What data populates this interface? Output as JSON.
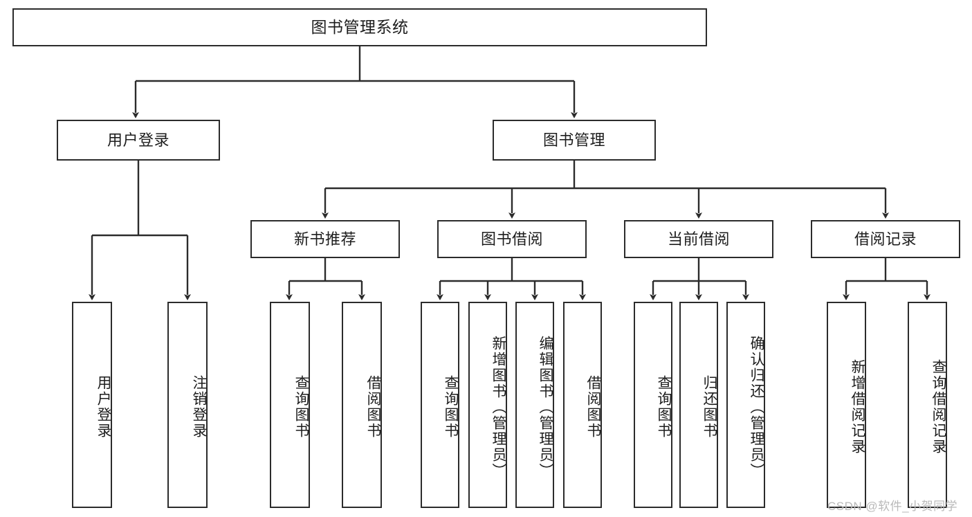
{
  "diagram": {
    "type": "tree-hierarchy-chart",
    "orientation": "top-down",
    "title": "图书管理系统",
    "watermark": "CSDN @软件_小贺同学",
    "stroke_color": "#2b2b2b",
    "fill_color": "#ffffff",
    "text_color": "#1d1d1d",
    "levels": 4,
    "nodes": {
      "root": {
        "label": "图书管理系统"
      },
      "level2": [
        {
          "id": "user-login",
          "label": "用户登录"
        },
        {
          "id": "book-manage",
          "label": "图书管理"
        }
      ],
      "level3": [
        {
          "id": "new-book-rec",
          "label": "新书推荐"
        },
        {
          "id": "book-borrow",
          "label": "图书借阅"
        },
        {
          "id": "current-borrow",
          "label": "当前借阅"
        },
        {
          "id": "borrow-record",
          "label": "借阅记录"
        }
      ],
      "leaves": {
        "user_login": [
          {
            "id": "leaf-user-login",
            "label": "用户登录"
          },
          {
            "id": "leaf-logout",
            "label": "注销登录"
          }
        ],
        "new_book_rec": [
          {
            "id": "leaf-query-book-1",
            "label": "查询图书"
          },
          {
            "id": "leaf-borrow-book-1",
            "label": "借阅图书"
          }
        ],
        "book_borrow": [
          {
            "id": "leaf-query-book-2",
            "label": "查询图书"
          },
          {
            "id": "leaf-add-book",
            "label": "新增图书（管理员）"
          },
          {
            "id": "leaf-edit-book",
            "label": "编辑图书（管理员）"
          },
          {
            "id": "leaf-borrow-book-2",
            "label": "借阅图书"
          }
        ],
        "current_borrow": [
          {
            "id": "leaf-query-book-3",
            "label": "查询图书"
          },
          {
            "id": "leaf-return-book",
            "label": "归还图书"
          },
          {
            "id": "leaf-confirm-return",
            "label": "确认归还（管理员）"
          }
        ],
        "borrow_record": [
          {
            "id": "leaf-add-record",
            "label": "新增借阅记录"
          },
          {
            "id": "leaf-query-record",
            "label": "查询借阅记录"
          }
        ]
      }
    },
    "edges": [
      {
        "from": "图书管理系统",
        "to": "用户登录"
      },
      {
        "from": "图书管理系统",
        "to": "图书管理"
      },
      {
        "from": "用户登录",
        "to": "用户登录"
      },
      {
        "from": "用户登录",
        "to": "注销登录"
      },
      {
        "from": "图书管理",
        "to": "新书推荐"
      },
      {
        "from": "图书管理",
        "to": "图书借阅"
      },
      {
        "from": "图书管理",
        "to": "当前借阅"
      },
      {
        "from": "图书管理",
        "to": "借阅记录"
      },
      {
        "from": "新书推荐",
        "to": "查询图书"
      },
      {
        "from": "新书推荐",
        "to": "借阅图书"
      },
      {
        "from": "图书借阅",
        "to": "查询图书"
      },
      {
        "from": "图书借阅",
        "to": "新增图书（管理员）"
      },
      {
        "from": "图书借阅",
        "to": "编辑图书（管理员）"
      },
      {
        "from": "图书借阅",
        "to": "借阅图书"
      },
      {
        "from": "当前借阅",
        "to": "查询图书"
      },
      {
        "from": "当前借阅",
        "to": "归还图书"
      },
      {
        "from": "当前借阅",
        "to": "确认归还（管理员）"
      },
      {
        "from": "借阅记录",
        "to": "新增借阅记录"
      },
      {
        "from": "借阅记录",
        "to": "查询借阅记录"
      }
    ]
  }
}
